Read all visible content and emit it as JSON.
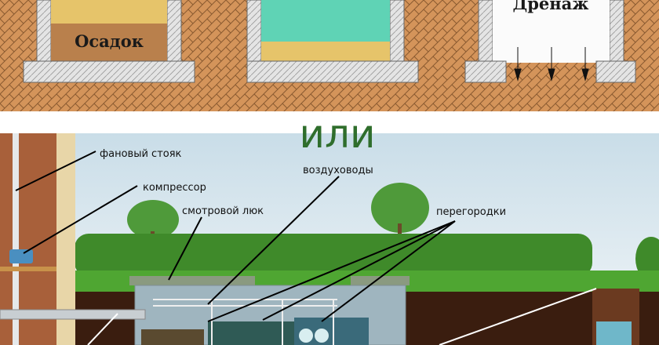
{
  "top_diagram": {
    "wells": [
      {
        "label": "Осадок"
      },
      {
        "label": ""
      },
      {
        "label": "Дренаж"
      }
    ]
  },
  "separator": {
    "text": "или"
  },
  "bottom_diagram": {
    "labels": {
      "vent_stack": "фановый стояк",
      "compressor": "компрессор",
      "inspection_hatch": "смотровой люк",
      "air_ducts": "воздуховоды",
      "partitions": "перегородки"
    }
  },
  "colors": {
    "soil": "#d4945a",
    "water": "#5fd3b5",
    "sand": "#e6c46a",
    "sediment": "#b9804c",
    "concrete": "#e4e4e4",
    "accent_green": "#2f6e2c"
  }
}
